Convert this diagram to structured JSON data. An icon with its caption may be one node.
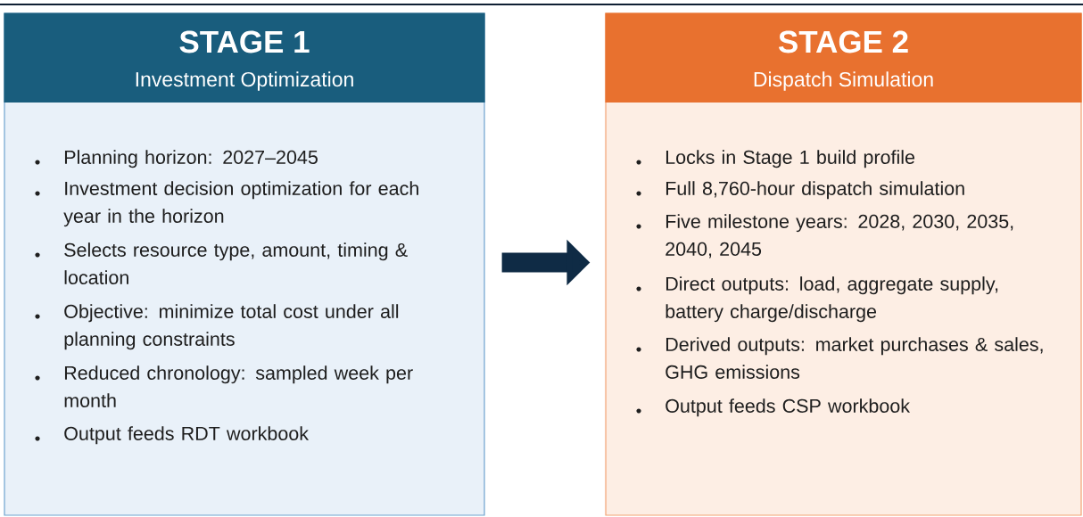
{
  "diagram": {
    "nodes": [
      {
        "text": [
          "STAGE 1",
          "Investment Optimization",
          "Planning horizon: 2027–2045",
          "Investment decision optimization for each year in the horizon",
          "Selects resource type, amount, timing & location",
          "Objective: minimize total cost under all planning constraints",
          "Reduced chronology: sampled week per month",
          "Output feeds RDT workbook"
        ]
      },
      {
        "text": [
          "STAGE 2",
          "Dispatch Simulation",
          "Locks in Stage 1 build profile",
          "Full 8,760-hour dispatch simulation",
          "Five milestone years: 2028, 2030, 2035, 2040, 2045",
          "Direct outputs: load, aggregate supply, battery charge/discharge",
          "Derived outputs:  market purchases & sales, GHG emissions",
          "Output feeds CSP workbook"
        ]
      }
    ],
    "edges": [
      {
        "from": 0,
        "to": 1,
        "arrow": "to"
      }
    ]
  }
}
